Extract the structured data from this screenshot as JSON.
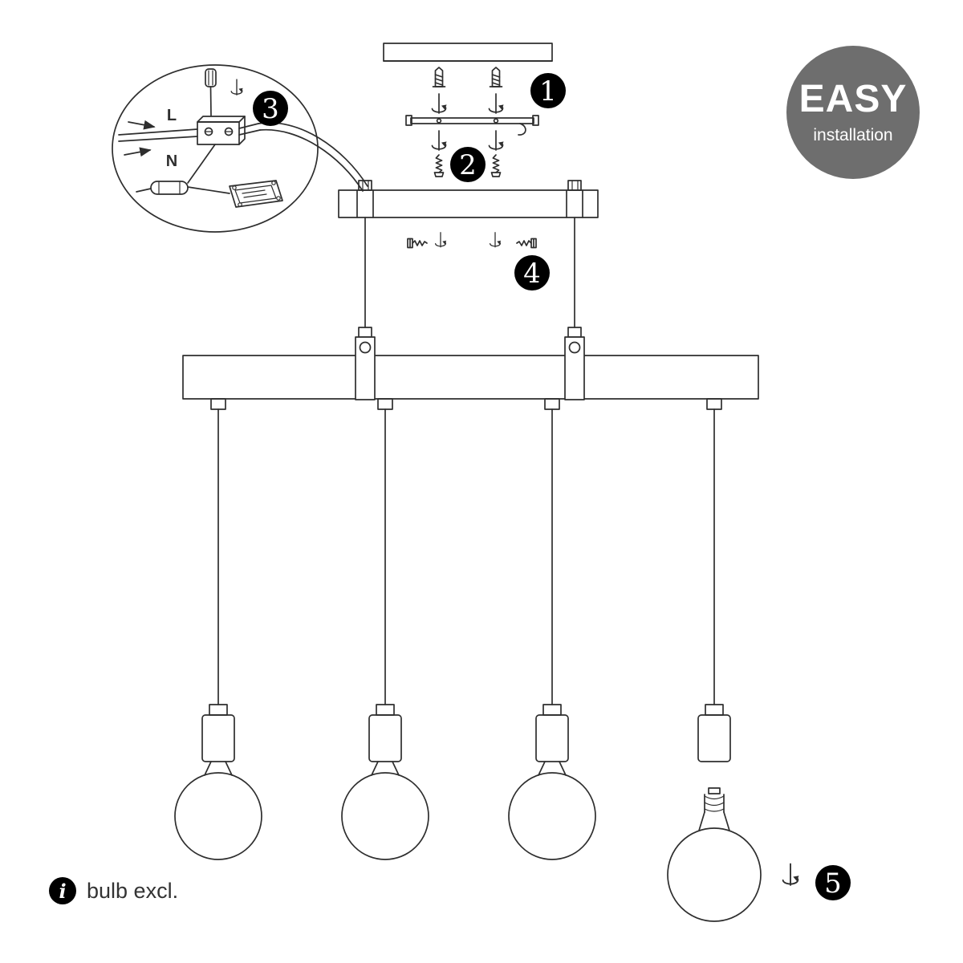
{
  "easy_badge": {
    "title": "EASY",
    "subtitle": "installation"
  },
  "steps": {
    "s1": "1",
    "s2": "2",
    "s3": "3",
    "s4": "4",
    "s5": "5"
  },
  "wiring_labels": {
    "live": "L",
    "neutral": "N"
  },
  "footer": {
    "icon": "i",
    "note": "bulb excl."
  },
  "colors": {
    "line": "#2e2e2e",
    "step_badge_bg": "#000000",
    "step_badge_text": "#ffffff",
    "easy_badge_bg": "#6e6e6e",
    "easy_badge_text": "#ffffff",
    "background": "#ffffff"
  }
}
